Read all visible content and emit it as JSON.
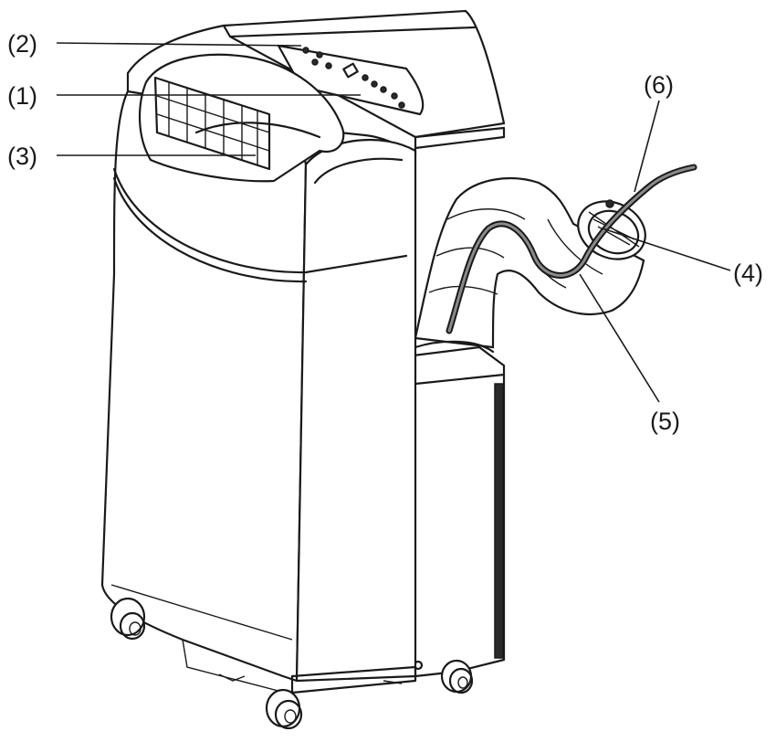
{
  "callouts": [
    {
      "id": "1",
      "label": "(1)"
    },
    {
      "id": "2",
      "label": "(2)"
    },
    {
      "id": "3",
      "label": "(3)"
    },
    {
      "id": "4",
      "label": "(4)"
    },
    {
      "id": "5",
      "label": "(5)"
    },
    {
      "id": "6",
      "label": "(6)"
    }
  ]
}
